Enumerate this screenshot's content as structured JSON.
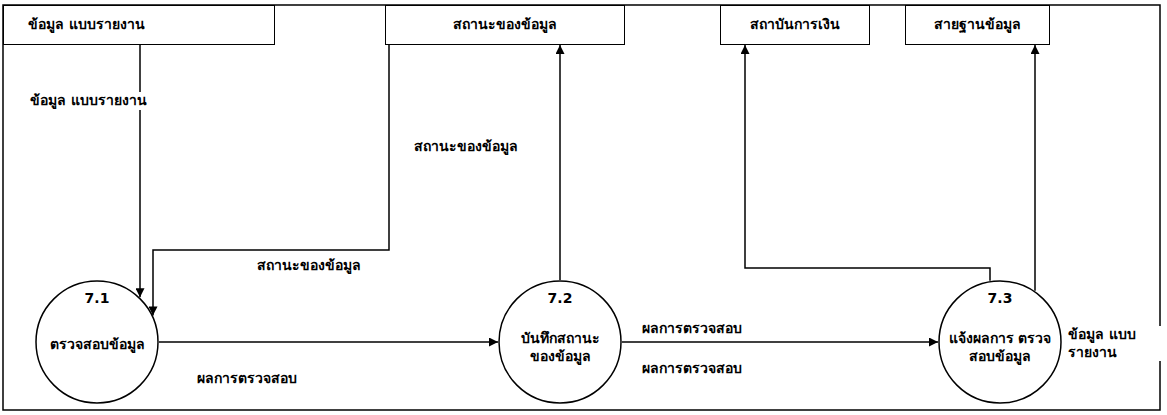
{
  "diagram": {
    "nodes": [
      {
        "text": [
          "ข้อมูล แบบรายงาน"
        ]
      },
      {
        "text": [
          "สถานะของข้อมูล"
        ]
      },
      {
        "text": [
          "สถาบันการเงิน"
        ]
      },
      {
        "text": [
          "สายฐานข้อมูล"
        ]
      },
      {
        "text": [
          "7.1",
          "ตรวจสอบข้อมูล"
        ]
      },
      {
        "text": [
          "7.2",
          "บันทึกสถานะ ของข้อมูล"
        ]
      },
      {
        "text": [
          "7.3",
          "แจ้งผลการ ตรวจสอบข้อมูล"
        ]
      }
    ],
    "edges": [
      {
        "from": 0,
        "to": 4,
        "arrow": "to",
        "label": "ข้อมูล แบบรายงาน"
      },
      {
        "from": 1,
        "to": 4,
        "arrow": "to",
        "label": "สถานะของข้อมูล"
      },
      {
        "from": 5,
        "to": 1,
        "arrow": "to",
        "label": "สถานะของข้อมูล"
      },
      {
        "from": 4,
        "to": 5,
        "arrow": "to",
        "label": "ผลการตรวจสอบ"
      },
      {
        "from": 5,
        "to": 6,
        "arrow": "to",
        "label": "ผลการตรวจสอบ"
      },
      {
        "from": 6,
        "to": 2,
        "arrow": "to"
      },
      {
        "from": 6,
        "to": 3,
        "arrow": "to",
        "label": "ข้อมูล แบบรายงาน"
      }
    ],
    "labels": [
      "ผลการตรวจสอบ"
    ]
  }
}
